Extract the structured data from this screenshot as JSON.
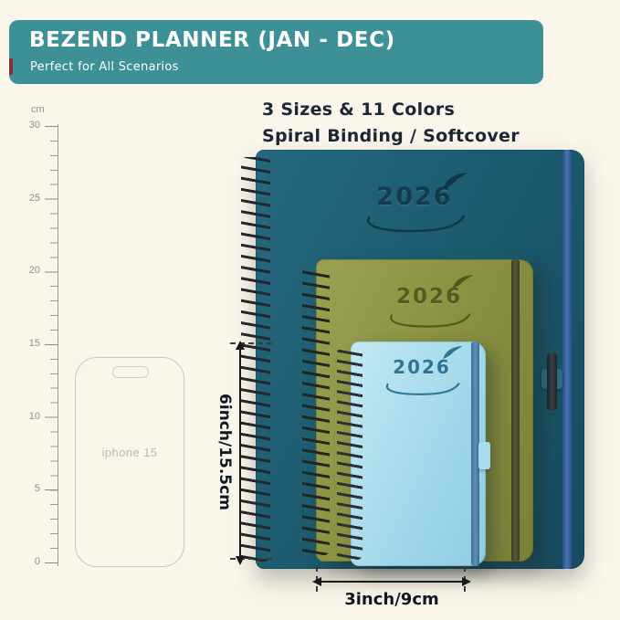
{
  "banner": {
    "title": "BEZEND PLANNER (JAN - DEC)",
    "subtitle": "Perfect for All Scenarios",
    "bg_color": "#3e9097",
    "accent_color": "#8c2e2e"
  },
  "headline": {
    "line1": "3 Sizes & 11 Colors",
    "line2": "Spiral Binding / Softcover"
  },
  "ruler": {
    "unit": "cm",
    "labels": [
      "30",
      "25",
      "20",
      "15",
      "10",
      "5",
      "0"
    ]
  },
  "phone": {
    "label": "iphone 15"
  },
  "notebooks": [
    {
      "name": "large-teal-planner",
      "year": "2026",
      "cover_color": "#1d5b6f",
      "band_color": "#4673b5"
    },
    {
      "name": "medium-olive-planner",
      "year": "2026",
      "cover_color": "#878e3f",
      "band_color": "#57593b"
    },
    {
      "name": "small-blue-planner",
      "year": "2026",
      "cover_color": "#a3d9ea",
      "band_color": "#5f91ba"
    }
  ],
  "dimensions": {
    "height_label": "6inch/15.5cm",
    "width_label": "3inch/9cm"
  },
  "background_color": "#faf6ec"
}
